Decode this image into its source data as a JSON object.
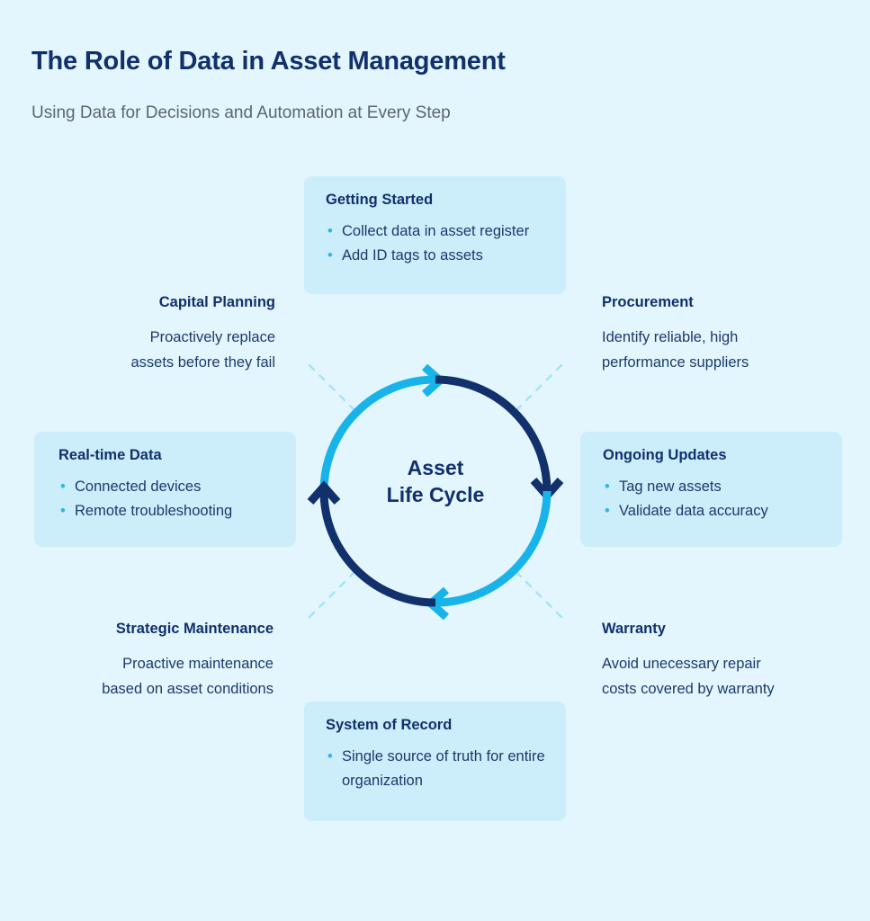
{
  "header": {
    "title": "The Role of Data in Asset Management",
    "subtitle": "Using Data for Decisions and Automation at Every Step"
  },
  "colors": {
    "page_background": "#e3f6fd",
    "card_background": "#ccedfa",
    "navy": "#11306c",
    "cyan": "#18b4e9",
    "bullet_cyan": "#29b6e8",
    "dashed_line": "#a5e3f7",
    "subtitle_gray": "#5b6670"
  },
  "diagram": {
    "center_label_line1": "Asset",
    "center_label_line2": "Life Cycle",
    "arcs": [
      {
        "name": "left-upper-arc",
        "color": "#18b4e9",
        "from_deg": 180,
        "to_deg": 270,
        "arrowhead": "top-right-pointing"
      },
      {
        "name": "right-upper-arc",
        "color": "#11306c",
        "from_deg": 270,
        "to_deg": 360,
        "arrowhead": "right-down-pointing"
      },
      {
        "name": "right-lower-arc",
        "color": "#18b4e9",
        "from_deg": 0,
        "to_deg": 90,
        "arrowhead": "bottom-left-pointing"
      },
      {
        "name": "left-lower-arc",
        "color": "#11306c",
        "from_deg": 90,
        "to_deg": 180,
        "arrowhead": "left-up-pointing"
      }
    ],
    "dashed_spokes": 4
  },
  "cards": [
    {
      "id": "getting-started",
      "title": "Getting Started",
      "items": [
        "Collect data in asset register",
        "Add ID tags to assets"
      ]
    },
    {
      "id": "realtime-data",
      "title": "Real-time Data",
      "items": [
        "Connected devices",
        "Remote troubleshooting"
      ]
    },
    {
      "id": "ongoing-updates",
      "title": "Ongoing Updates",
      "items": [
        "Tag new assets",
        "Validate data accuracy"
      ]
    },
    {
      "id": "system-of-record",
      "title": "System of Record",
      "items": [
        "Single source of truth for entire organization"
      ]
    }
  ],
  "textblocks": [
    {
      "id": "capital-planning",
      "title": "Capital Planning",
      "body_line1": "Proactively replace",
      "body_line2": "assets before they fail",
      "align": "right"
    },
    {
      "id": "procurement",
      "title": "Procurement",
      "body_line1": "Identify reliable, high",
      "body_line2": "performance suppliers",
      "align": "left"
    },
    {
      "id": "strategic-maintenance",
      "title": "Strategic Maintenance",
      "body_line1": "Proactive maintenance",
      "body_line2": "based on asset conditions",
      "align": "right"
    },
    {
      "id": "warranty",
      "title": "Warranty",
      "body_line1": "Avoid unecessary repair",
      "body_line2": "costs covered by warranty",
      "align": "left"
    }
  ],
  "bullet_glyph": "•"
}
